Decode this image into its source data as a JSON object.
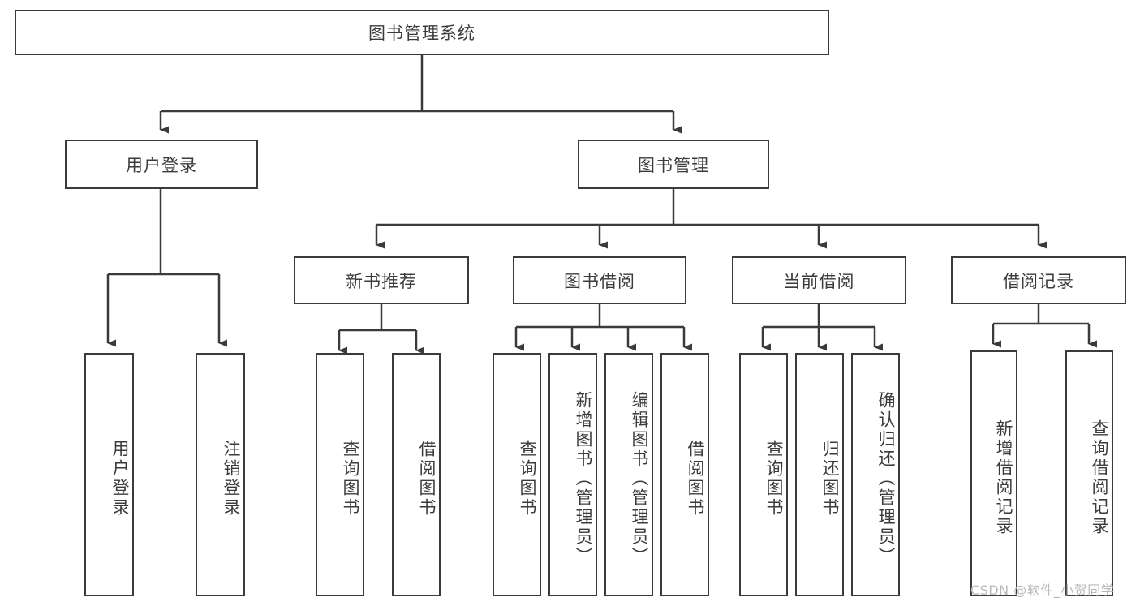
{
  "diagram": {
    "title": "图书管理系统",
    "type": "hierarchy-tree",
    "root": {
      "label": "图书管理系统"
    },
    "level2": [
      {
        "label": "用户登录"
      },
      {
        "label": "图书管理"
      }
    ],
    "level3": [
      {
        "label": "新书推荐"
      },
      {
        "label": "图书借阅"
      },
      {
        "label": "当前借阅"
      },
      {
        "label": "借阅记录"
      }
    ],
    "leaves": {
      "user_login": [
        {
          "label": "用户登录"
        },
        {
          "label": "注销登录"
        }
      ],
      "new_book_recommend": [
        {
          "label": "查询图书"
        },
        {
          "label": "借阅图书"
        }
      ],
      "book_borrow": [
        {
          "label": "查询图书"
        },
        {
          "label": "新增图书（管理员）"
        },
        {
          "label": "编辑图书（管理员）"
        },
        {
          "label": "借阅图书"
        }
      ],
      "current_borrow": [
        {
          "label": "查询图书"
        },
        {
          "label": "归还图书"
        },
        {
          "label": "确认归还（管理员）"
        }
      ],
      "borrow_record": [
        {
          "label": "新增借阅记录"
        },
        {
          "label": "查询借阅记录"
        }
      ]
    }
  },
  "watermark": {
    "text": "CSDN @软件_小贺同学"
  },
  "colors": {
    "stroke": "#3b3b3b",
    "background": "#ffffff",
    "text": "#3b3b3b",
    "watermark": "#b9b9b9"
  }
}
